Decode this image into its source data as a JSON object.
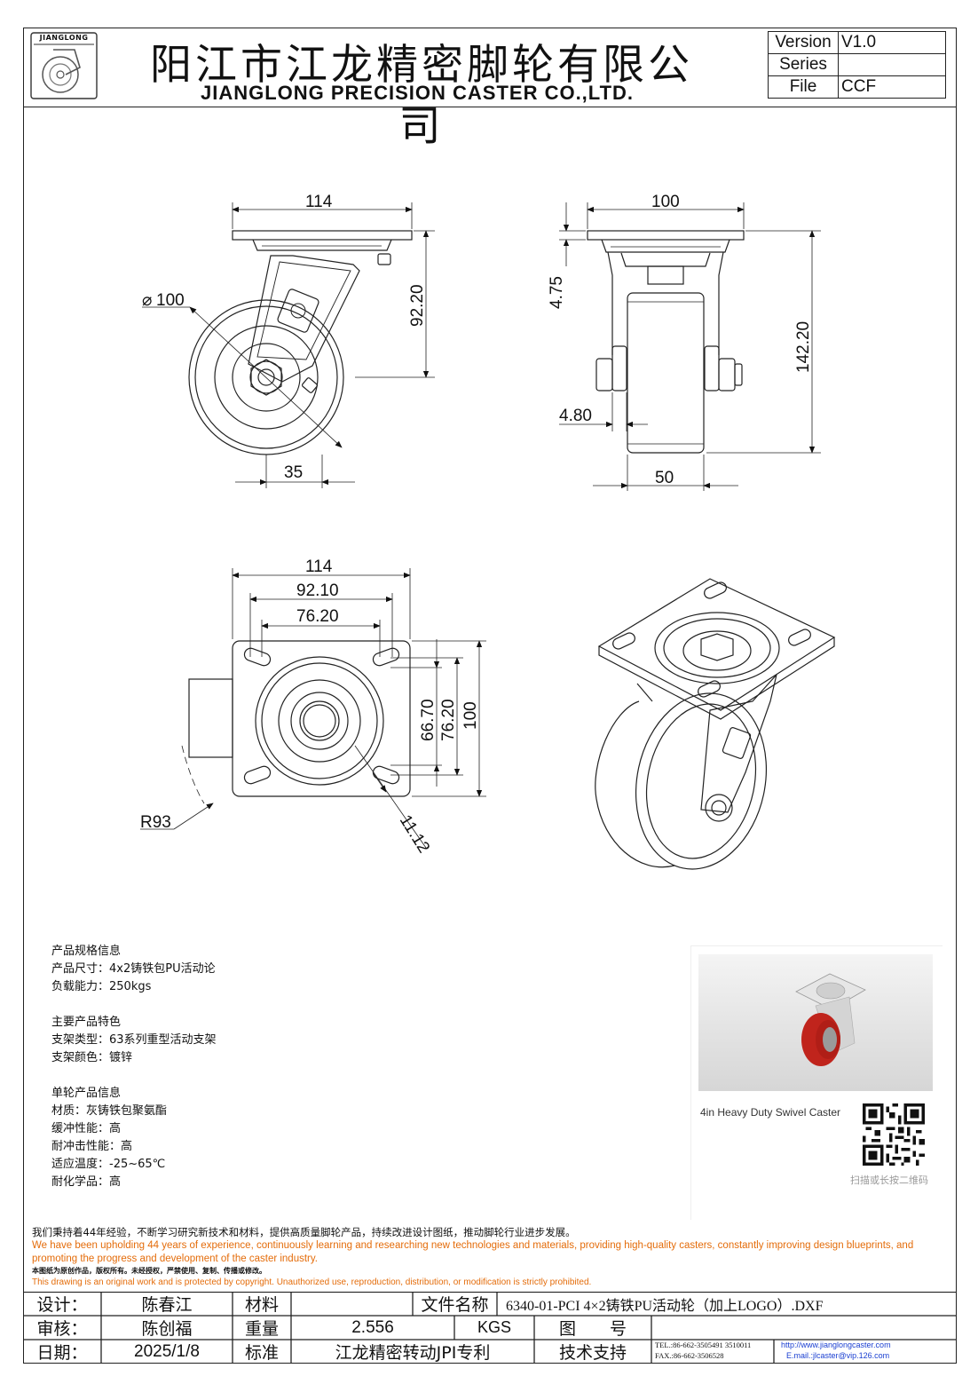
{
  "header": {
    "logo_text": "JIANGLONG",
    "company_cn": "阳江市江龙精密脚轮有限公司",
    "company_en": "JIANGLONG PRECISION CASTER CO.,LTD.",
    "info": [
      {
        "key": "Version",
        "value": "V1.0"
      },
      {
        "key": "Series",
        "value": ""
      },
      {
        "key": "File",
        "value": "CCF"
      }
    ]
  },
  "dimensions": {
    "side_plate_width": "114",
    "side_wheel_dia_symbol": "⌀",
    "side_wheel_dia": "100",
    "side_height": "92.20",
    "side_offset": "35",
    "front_plate_width": "100",
    "front_plate_thick": "4.75",
    "front_total_height": "142.20",
    "front_axle": "4.80",
    "front_wheel_width": "50",
    "top_plate_width": "114",
    "top_hole_span_outer": "92.10",
    "top_hole_span_inner": "76.20",
    "top_v_hole_inner": "66.70",
    "top_v_hole_outer": "76.20",
    "top_plate_length": "100",
    "top_swivel_radius": "R93",
    "top_slot": "11.12"
  },
  "specs": {
    "sections": [
      {
        "lines": [
          "产品规格信息",
          "产品尺寸：4x2铸铁包PU活动论",
          "负载能力：250kgs"
        ]
      },
      {
        "lines": [
          "主要产品特色",
          "支架类型：63系列重型活动支架",
          "支架颜色：镀锌"
        ]
      },
      {
        "lines": [
          "单轮产品信息",
          "材质：灰铸铁包聚氨酯",
          "缓冲性能：高",
          "耐冲击性能：高",
          "适应温度：-25~65℃",
          "耐化学品：高"
        ]
      }
    ]
  },
  "product_card": {
    "title": "4in Heavy Duty Swivel Caster",
    "qr_hint": "扫描或长按二维码",
    "colors": {
      "wheel": "#c0241c",
      "bracket": "#d8d8d8"
    }
  },
  "mission": {
    "cn": "我们秉持着44年经验，不断学习研究新技术和材料，提供高质量脚轮产品，持续改进设计图纸，推动脚轮行业进步发展。",
    "en": "We have been upholding 44 years of experience, continuously learning and researching new technologies and materials, providing high-quality casters, constantly improving design blueprints, and promoting the progress and development of the caster industry.",
    "copyright_cn": "本图纸为原创作品，版权所有。未经授权，严禁使用、复制、传播或修改。",
    "copyright_en": "This drawing is an original work and is protected by copyright. Unauthorized use, reproduction, distribution, or modification is strictly prohibited."
  },
  "title_block": {
    "designer_label": "设计：",
    "designer": "陈春江",
    "material_label": "材料",
    "material": "",
    "filename_label": "文件名称",
    "filename": "6340-01-PCI 4×2铸铁PU活动轮（加上LOGO）.DXF",
    "reviewer_label": "审核：",
    "reviewer": "陈创福",
    "weight_label": "重量",
    "weight": "2.556",
    "weight_unit": "KGS",
    "drawing_no_label": "图　　号",
    "drawing_no": "",
    "date_label": "日期：",
    "date": "2025/1/8",
    "standard_label": "标准",
    "standard": "江龙精密转动JPI专利",
    "support_label": "技术支持",
    "tel": "TEL.:86-662-3505491 3510011",
    "fax": "FAX.:86-662-3506528",
    "website": "http://www.jianglongcaster.com",
    "email": "E.mail.:jlcaster@vip.126.com"
  }
}
